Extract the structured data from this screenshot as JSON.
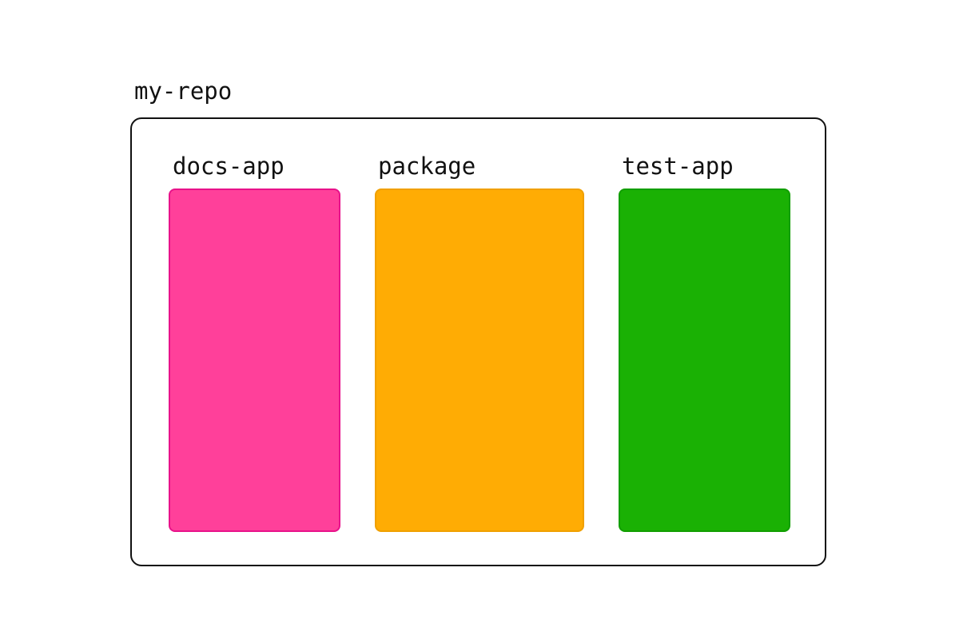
{
  "repo": {
    "label": "my-repo"
  },
  "packages": [
    {
      "label": "docs-app",
      "color": "#ff409a"
    },
    {
      "label": "package",
      "color": "#ffac04"
    },
    {
      "label": "test-app",
      "color": "#1ab104"
    }
  ]
}
